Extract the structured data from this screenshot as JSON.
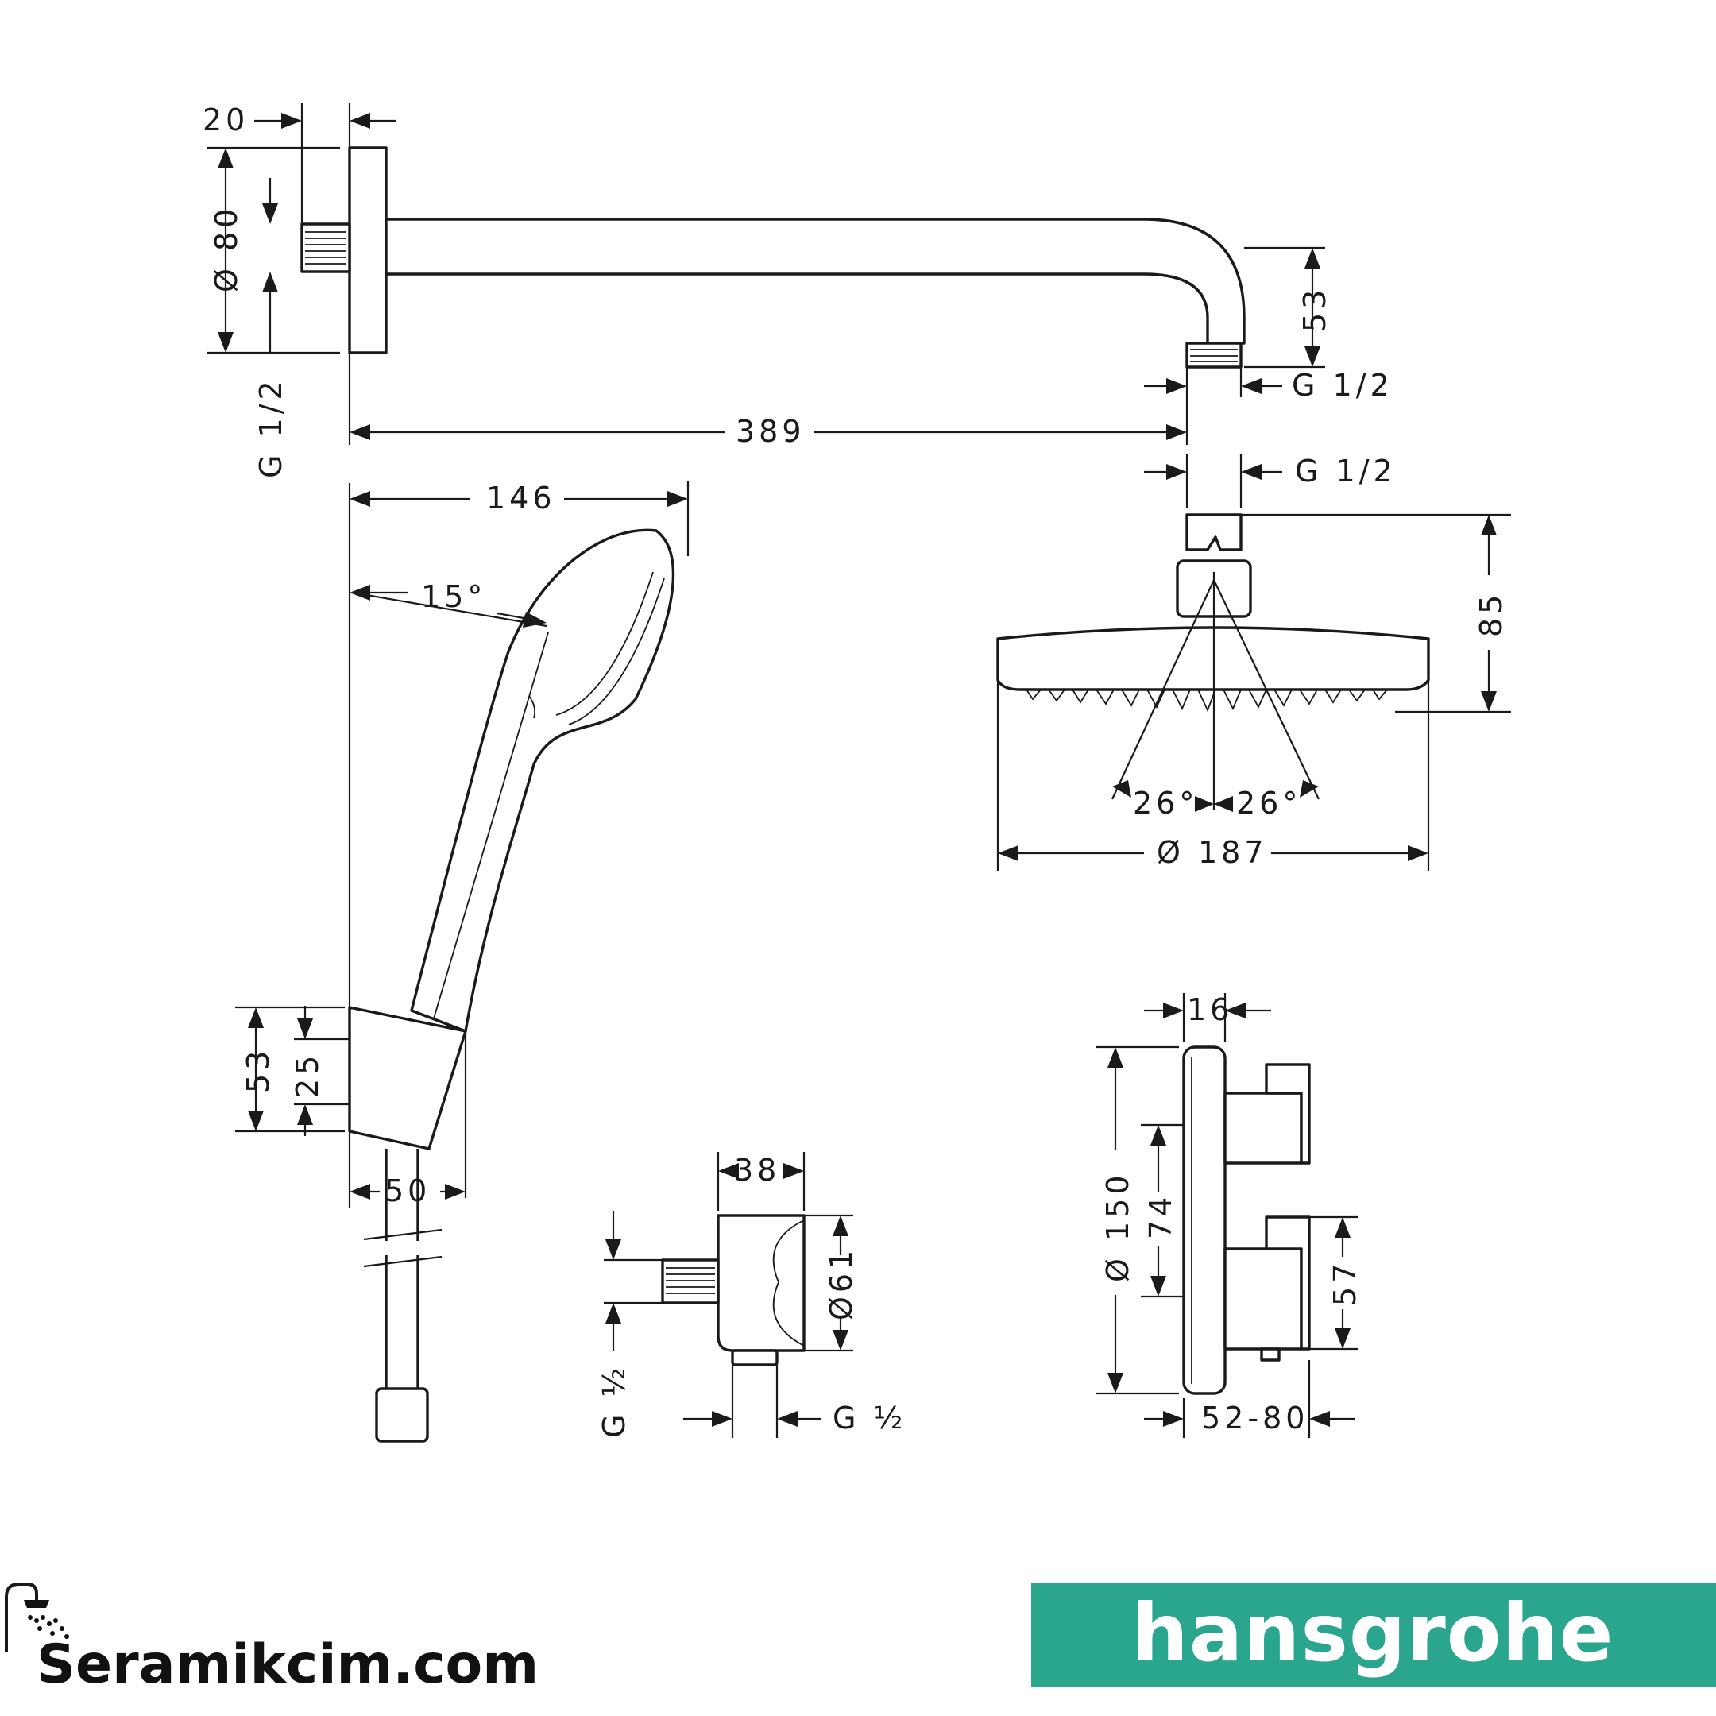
{
  "dimensions": {
    "arm_offset": "20",
    "arm_flange_dia": "Ø 80",
    "arm_thread_left": "G 1/2",
    "arm_drop": "53",
    "arm_thread_right": "G 1/2",
    "arm_length": "389",
    "handshower_width": "146",
    "handshower_angle": "15°",
    "holder_height": "53",
    "holder_inner": "25",
    "holder_width": "50",
    "outlet_width": "38",
    "outlet_dia": "Ø61",
    "outlet_thread_left": "G ½",
    "outlet_thread_bottom": "G ½",
    "head_thread": "G 1/2",
    "head_height": "85",
    "head_angle_left": "26°",
    "head_angle_right": "26°",
    "head_dia": "Ø 187",
    "thermo_depth": "16",
    "thermo_dia": "Ø 150",
    "thermo_spacing": "74",
    "thermo_knob": "57",
    "thermo_range": "52-80"
  },
  "branding": {
    "retailer": "Seramikcim.com",
    "manufacturer": "hansgrohe",
    "manufacturer_color": "#2aa68f",
    "retailer_icon": "shower-icon"
  }
}
